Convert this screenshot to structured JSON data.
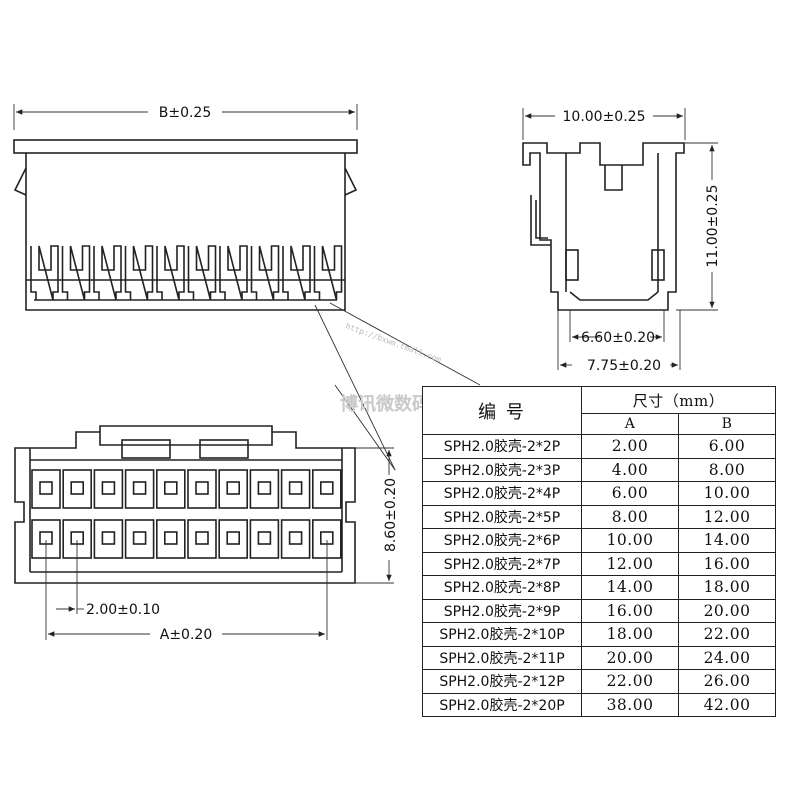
{
  "dimensions": {
    "b": "B±0.25",
    "width_top": "10.00±0.25",
    "height_side": "11.00±0.25",
    "inner_660": "6.60±0.20",
    "outer_775": "7.75±0.20",
    "height_front": "8.60±0.20",
    "pitch": "2.00±0.10",
    "a": "A±0.20"
  },
  "watermark": {
    "chinese": "博讯微数码专营店",
    "url": "http://bxwm.tmall.com"
  },
  "table": {
    "header_model": "编 号",
    "header_size": "尺寸（mm）",
    "col_a": "A",
    "col_b": "B",
    "rows": [
      {
        "model": "SPH2.0胶壳-2*2P",
        "a": "2.00",
        "b": "6.00"
      },
      {
        "model": "SPH2.0胶壳-2*3P",
        "a": "4.00",
        "b": "8.00"
      },
      {
        "model": "SPH2.0胶壳-2*4P",
        "a": "6.00",
        "b": "10.00"
      },
      {
        "model": "SPH2.0胶壳-2*5P",
        "a": "8.00",
        "b": "12.00"
      },
      {
        "model": "SPH2.0胶壳-2*6P",
        "a": "10.00",
        "b": "14.00"
      },
      {
        "model": "SPH2.0胶壳-2*7P",
        "a": "12.00",
        "b": "16.00"
      },
      {
        "model": "SPH2.0胶壳-2*8P",
        "a": "14.00",
        "b": "18.00"
      },
      {
        "model": "SPH2.0胶壳-2*9P",
        "a": "16.00",
        "b": "20.00"
      },
      {
        "model": "SPH2.0胶壳-2*10P",
        "a": "18.00",
        "b": "22.00"
      },
      {
        "model": "SPH2.0胶壳-2*11P",
        "a": "20.00",
        "b": "24.00"
      },
      {
        "model": "SPH2.0胶壳-2*12P",
        "a": "22.00",
        "b": "26.00"
      },
      {
        "model": "SPH2.0胶壳-2*20P",
        "a": "38.00",
        "b": "42.00"
      }
    ]
  }
}
